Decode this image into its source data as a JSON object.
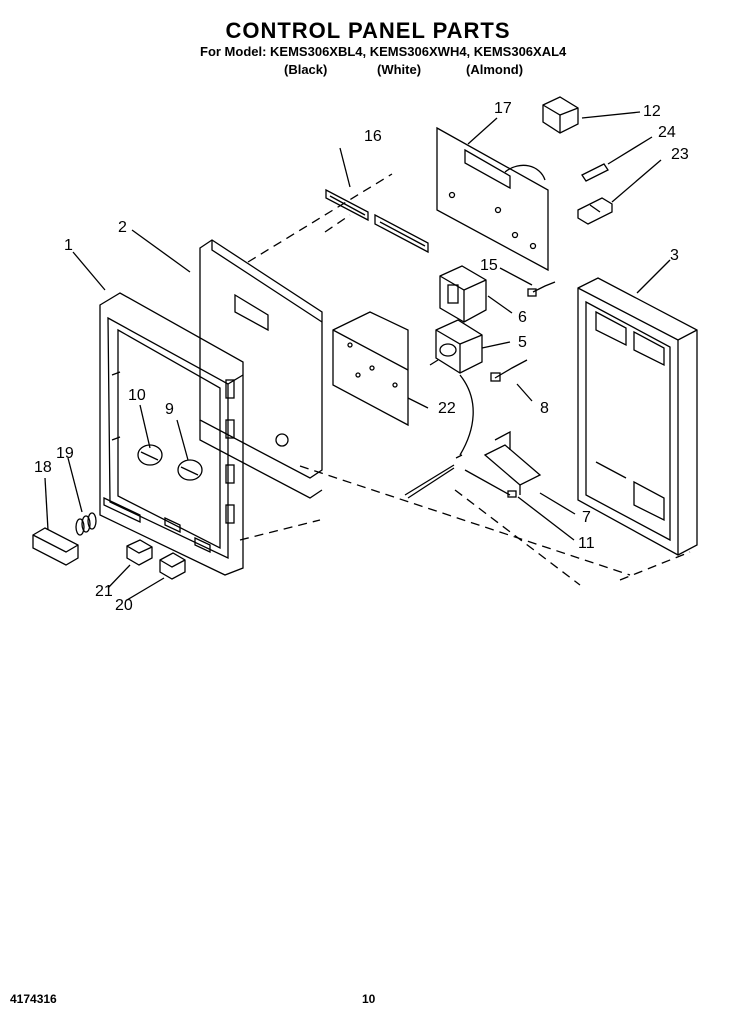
{
  "header": {
    "title": "CONTROL PANEL PARTS",
    "models_line": "For Model: KEMS306XBL4, KEMS306XWH4, KEMS306XAL4",
    "color_black": "(Black)",
    "color_white": "(White)",
    "color_almond": "(Almond)"
  },
  "callouts": [
    "1",
    "2",
    "3",
    "5",
    "6",
    "7",
    "8",
    "9",
    "10",
    "11",
    "12",
    "15",
    "16",
    "17",
    "18",
    "19",
    "20",
    "21",
    "22",
    "23",
    "24"
  ],
  "footer": {
    "doc_number": "4174316",
    "page_number": "10"
  }
}
